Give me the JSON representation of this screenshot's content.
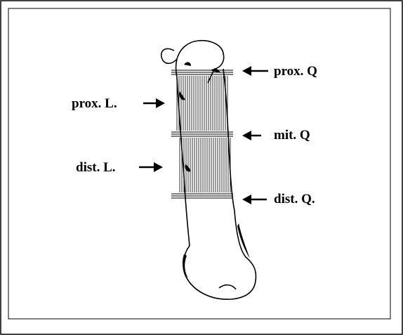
{
  "labels": {
    "prox_q": "prox. Q",
    "mit_q": "mit. Q",
    "dist_q": "dist. Q.",
    "prox_l": "prox. L.",
    "dist_l": "dist. L."
  },
  "colors": {
    "ink": "#000000",
    "background": "#ffffff"
  }
}
